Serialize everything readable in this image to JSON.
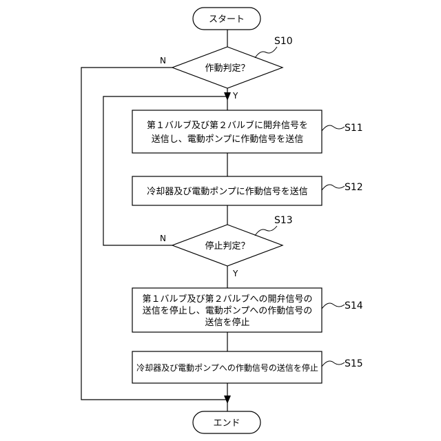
{
  "flowchart": {
    "start": "スタート",
    "end": "エンド",
    "decisions": [
      {
        "step": "S10",
        "text": "作動判定？",
        "yes": "Y",
        "no": "N"
      },
      {
        "step": "S13",
        "text": "停止判定？",
        "yes": "Y",
        "no": "N"
      }
    ],
    "processes": [
      {
        "step": "S11",
        "lines": [
          "第１バルブ及び第２バルブに開弁信号を",
          "送信し、電動ポンプに作動信号を送信"
        ]
      },
      {
        "step": "S12",
        "lines": [
          "冷却器及び電動ポンプに作動信号を送信"
        ]
      },
      {
        "step": "S14",
        "lines": [
          "第１バルブ及び第２バルブへの開弁信号の",
          "送信を停止し、電動ポンプへの作動信号の",
          "送信を停止"
        ]
      },
      {
        "step": "S15",
        "lines": [
          "冷却器及び電動ポンプへの作動信号の送信を停止"
        ]
      }
    ]
  }
}
